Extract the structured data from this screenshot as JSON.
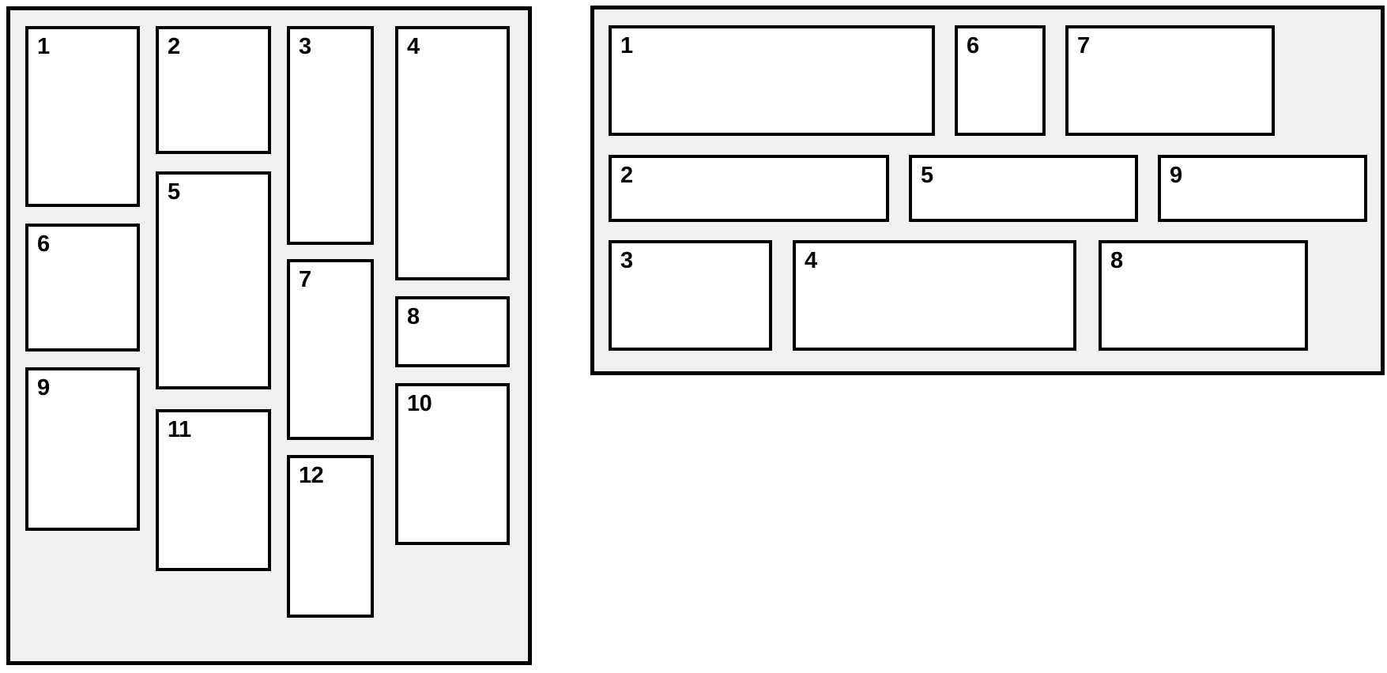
{
  "left_panel": {
    "items": [
      "1",
      "2",
      "3",
      "4",
      "5",
      "6",
      "7",
      "8",
      "9",
      "10",
      "11",
      "12"
    ]
  },
  "right_panel": {
    "items": [
      "1",
      "2",
      "3",
      "4",
      "5",
      "6",
      "7",
      "8",
      "9"
    ]
  },
  "colors": {
    "panel_background": "#f0f0f0",
    "box_background": "#ffffff",
    "border": "#000000",
    "label_text": "#000000"
  }
}
